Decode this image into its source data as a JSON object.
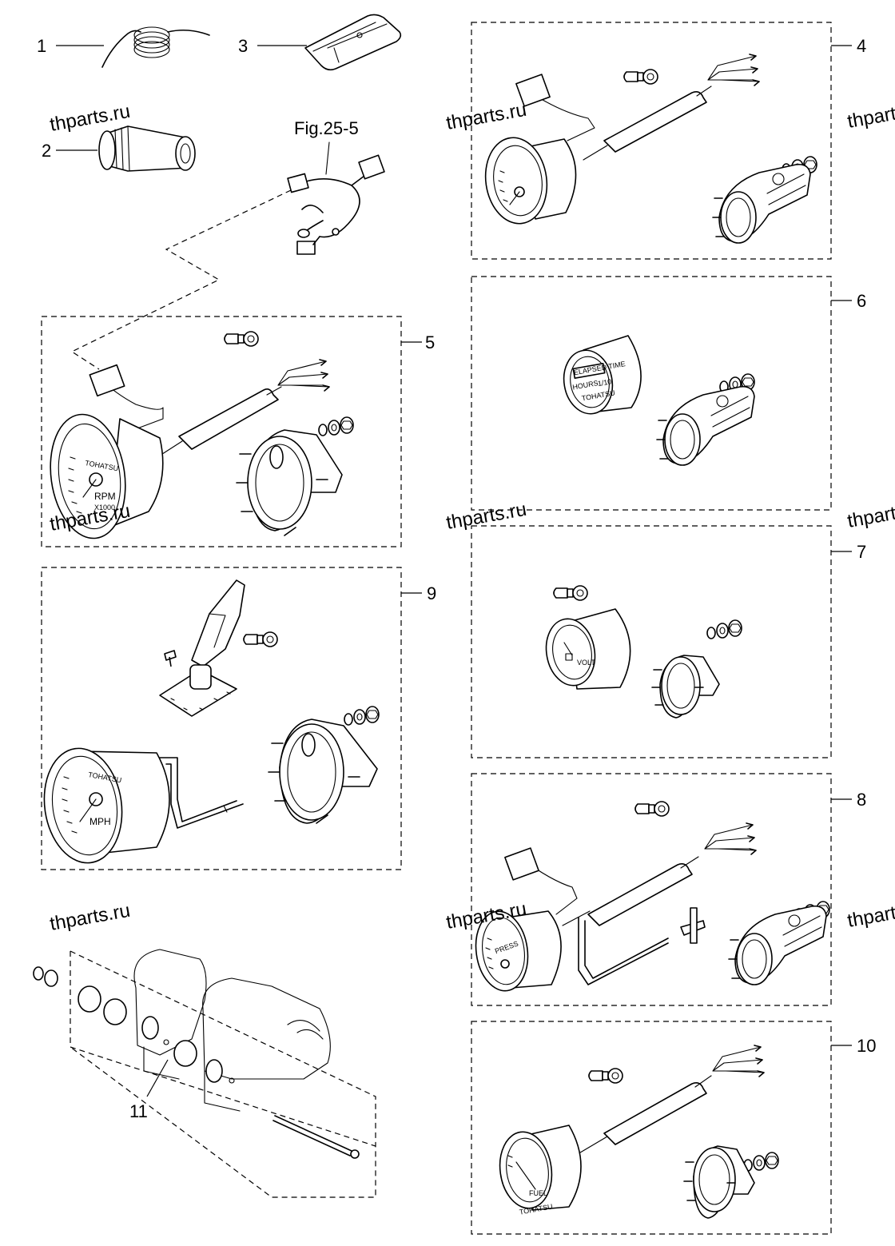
{
  "callouts": {
    "c1": "1",
    "c2": "2",
    "c3": "3",
    "c4": "4",
    "c5": "5",
    "c6": "6",
    "c7": "7",
    "c8": "8",
    "c9": "9",
    "c10": "10",
    "c11": "11"
  },
  "figure_ref": "Fig.25-5",
  "watermark": "thparts.ru",
  "dial_labels": {
    "brand": "TOHATSU",
    "rpm": "RPM",
    "rpm_scale": "X1000",
    "mph": "MPH",
    "elapsed": "ELAPSED TIME",
    "hours": "HOURS",
    "tenths": "1/10",
    "volt": "VOLT",
    "press": "PRESS",
    "fuel": "FUEL"
  }
}
